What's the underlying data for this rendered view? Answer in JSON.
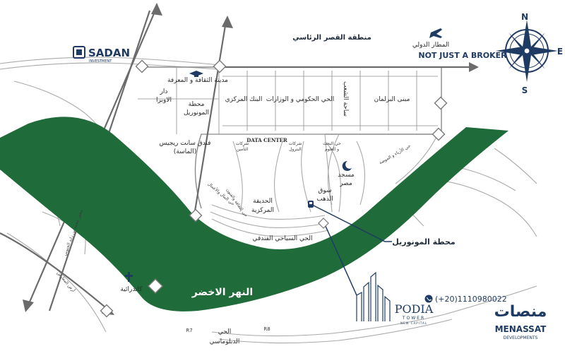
{
  "colors": {
    "river": "#1f6b3a",
    "road": "#a9a9a9",
    "arrow": "#6b6b6b",
    "navy": "#1f3b63",
    "text": "#2b2b2b"
  },
  "brands": {
    "sadan": "SADAN",
    "sadan_sub": "INVESTMENT",
    "tagline": "NOT JUST A BROKER",
    "podia": "PODIA",
    "podia_sub": "TOWER",
    "podia_sub2": "NEW CAPITAL",
    "menassat": "MENASSAT",
    "menassat_sub": "DEVELOPMENTS",
    "menassat_ar": "منصات",
    "phone": "(+20)1110980022"
  },
  "compass": {
    "n": "N",
    "e": "E",
    "s": "S"
  },
  "labels": {
    "palace": "منطقة القصر الرئاسي",
    "airport": "المطار الدولي",
    "culture_city": "مدينة الثقافة و المعرفة",
    "opera_1": "دار",
    "opera_2": "الاوبرا",
    "monorail_station_1": "محطة",
    "monorail_station_2": "المونوريل",
    "central_bank": "البنك المركزي",
    "gov_district": "الحي الحكومي و الوزارات",
    "people_square": "ساحة الشعب",
    "parliament": "مبنى البرلمان",
    "st_regis_1": "فندق سانت ريجيس",
    "st_regis_2": "(الماسة)",
    "insurance_1": "شركات",
    "insurance_2": "التأمين",
    "data_center": "DATA CENTER",
    "petroleum_1": "شركات",
    "petroleum_2": "البترول",
    "science_1": "حي البحث",
    "science_2": "و العلوم",
    "mosque_1": "مسجد",
    "mosque_2": "مصر",
    "gold_market_1": "سوق",
    "gold_market_2": "الذهب",
    "central_park_1": "الحديقة",
    "central_park_2": "المركزية",
    "business_district": "حي المال والأعمال",
    "culture_district": "حي الثقافة والفنون",
    "arts_district": "حي الأزياء و الموضة",
    "tourist_hotel": "الحي السياحي الفندقي",
    "monorail_callout": "محطة المونوريل",
    "cathedral": "كاتدرائية",
    "green_river": "النهر الاخضر",
    "r7": "R7",
    "r8": "R8",
    "diplomatic_1": "الحي",
    "diplomatic_2": "الدبلوماسي",
    "mbz_axis": "محور محمد بن زايد الجنوبي",
    "expo": "أرض المعارض"
  }
}
